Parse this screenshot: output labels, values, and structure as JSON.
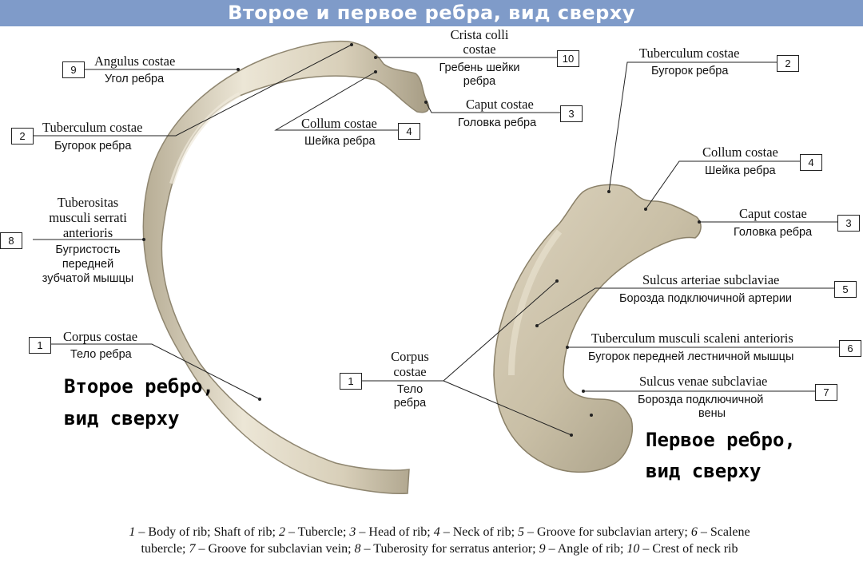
{
  "title": "Второе и первое ребра, вид сверху",
  "colors": {
    "title_bar": "#7f9bc9",
    "bone": "#e0d8c4",
    "bone_shadow": "#a9a08a"
  },
  "second_rib_caption": [
    "Второе ребро,",
    "вид сверху"
  ],
  "first_rib_caption": [
    "Первое ребро,",
    "вид сверху"
  ],
  "left_labels": {
    "angulus": {
      "num": "9",
      "latin": "Angulus costae",
      "russian": "Угол ребра"
    },
    "tuberculum": {
      "num": "2",
      "latin": "Tuberculum costae",
      "russian": "Бугорок ребра"
    },
    "tuberositas": {
      "num": "8",
      "latin": [
        "Tuberositas",
        "musculi serrati",
        "anterioris"
      ],
      "russian": [
        "Бугристость",
        "передней",
        "зубчатой мышцы"
      ]
    },
    "corpus": {
      "num": "1",
      "latin": "Corpus costae",
      "russian": "Тело ребра"
    },
    "crista": {
      "num": "10",
      "latin": [
        "Crista colli",
        "costae"
      ],
      "russian": [
        "Гребень шейки",
        "ребра"
      ]
    },
    "caput": {
      "num": "3",
      "latin": "Caput costae",
      "russian": "Головка ребра"
    },
    "collum": {
      "num": "4",
      "latin": "Collum costae",
      "russian": "Шейка ребра"
    }
  },
  "right_labels": {
    "tuberculum": {
      "num": "2",
      "latin": "Tuberculum costae",
      "russian": "Бугорок ребра"
    },
    "collum": {
      "num": "4",
      "latin": "Collum costae",
      "russian": "Шейка ребра"
    },
    "caput": {
      "num": "3",
      "latin": "Caput costae",
      "russian": "Головка ребра"
    },
    "sulcus_art": {
      "num": "5",
      "latin": "Sulcus arteriae subclaviae",
      "russian": "Борозда подключичной артерии"
    },
    "scaleni": {
      "num": "6",
      "latin": "Tuberculum musculi scaleni anterioris",
      "russian": "Бугорок передней лестничной мышцы"
    },
    "sulcus_ven": {
      "num": "7",
      "latin": "Sulcus venae subclaviae",
      "russian": [
        "Борозда подключичной",
        "вены"
      ]
    },
    "corpus": {
      "num": "1",
      "latin": [
        "Corpus",
        "costae"
      ],
      "russian": [
        "Тело",
        "ребра"
      ]
    }
  },
  "legend": [
    {
      "n": "1",
      "t": " – Body of rib; Shaft of rib; "
    },
    {
      "n": "2",
      "t": " – Tubercle; "
    },
    {
      "n": "3",
      "t": " – Head of rib; "
    },
    {
      "n": "4",
      "t": " – Neck of rib; "
    },
    {
      "n": "5",
      "t": " – Groove for subclavian artery; "
    },
    {
      "n": "6",
      "t": " – Scalene tubercle; "
    },
    {
      "n": "7",
      "t": " – Groove for subclavian vein; "
    },
    {
      "n": "8",
      "t": " – Tuberosity for serratus anterior; "
    },
    {
      "n": "9",
      "t": " – Angle of rib; "
    },
    {
      "n": "10",
      "t": " – Crest of neck rib"
    }
  ]
}
